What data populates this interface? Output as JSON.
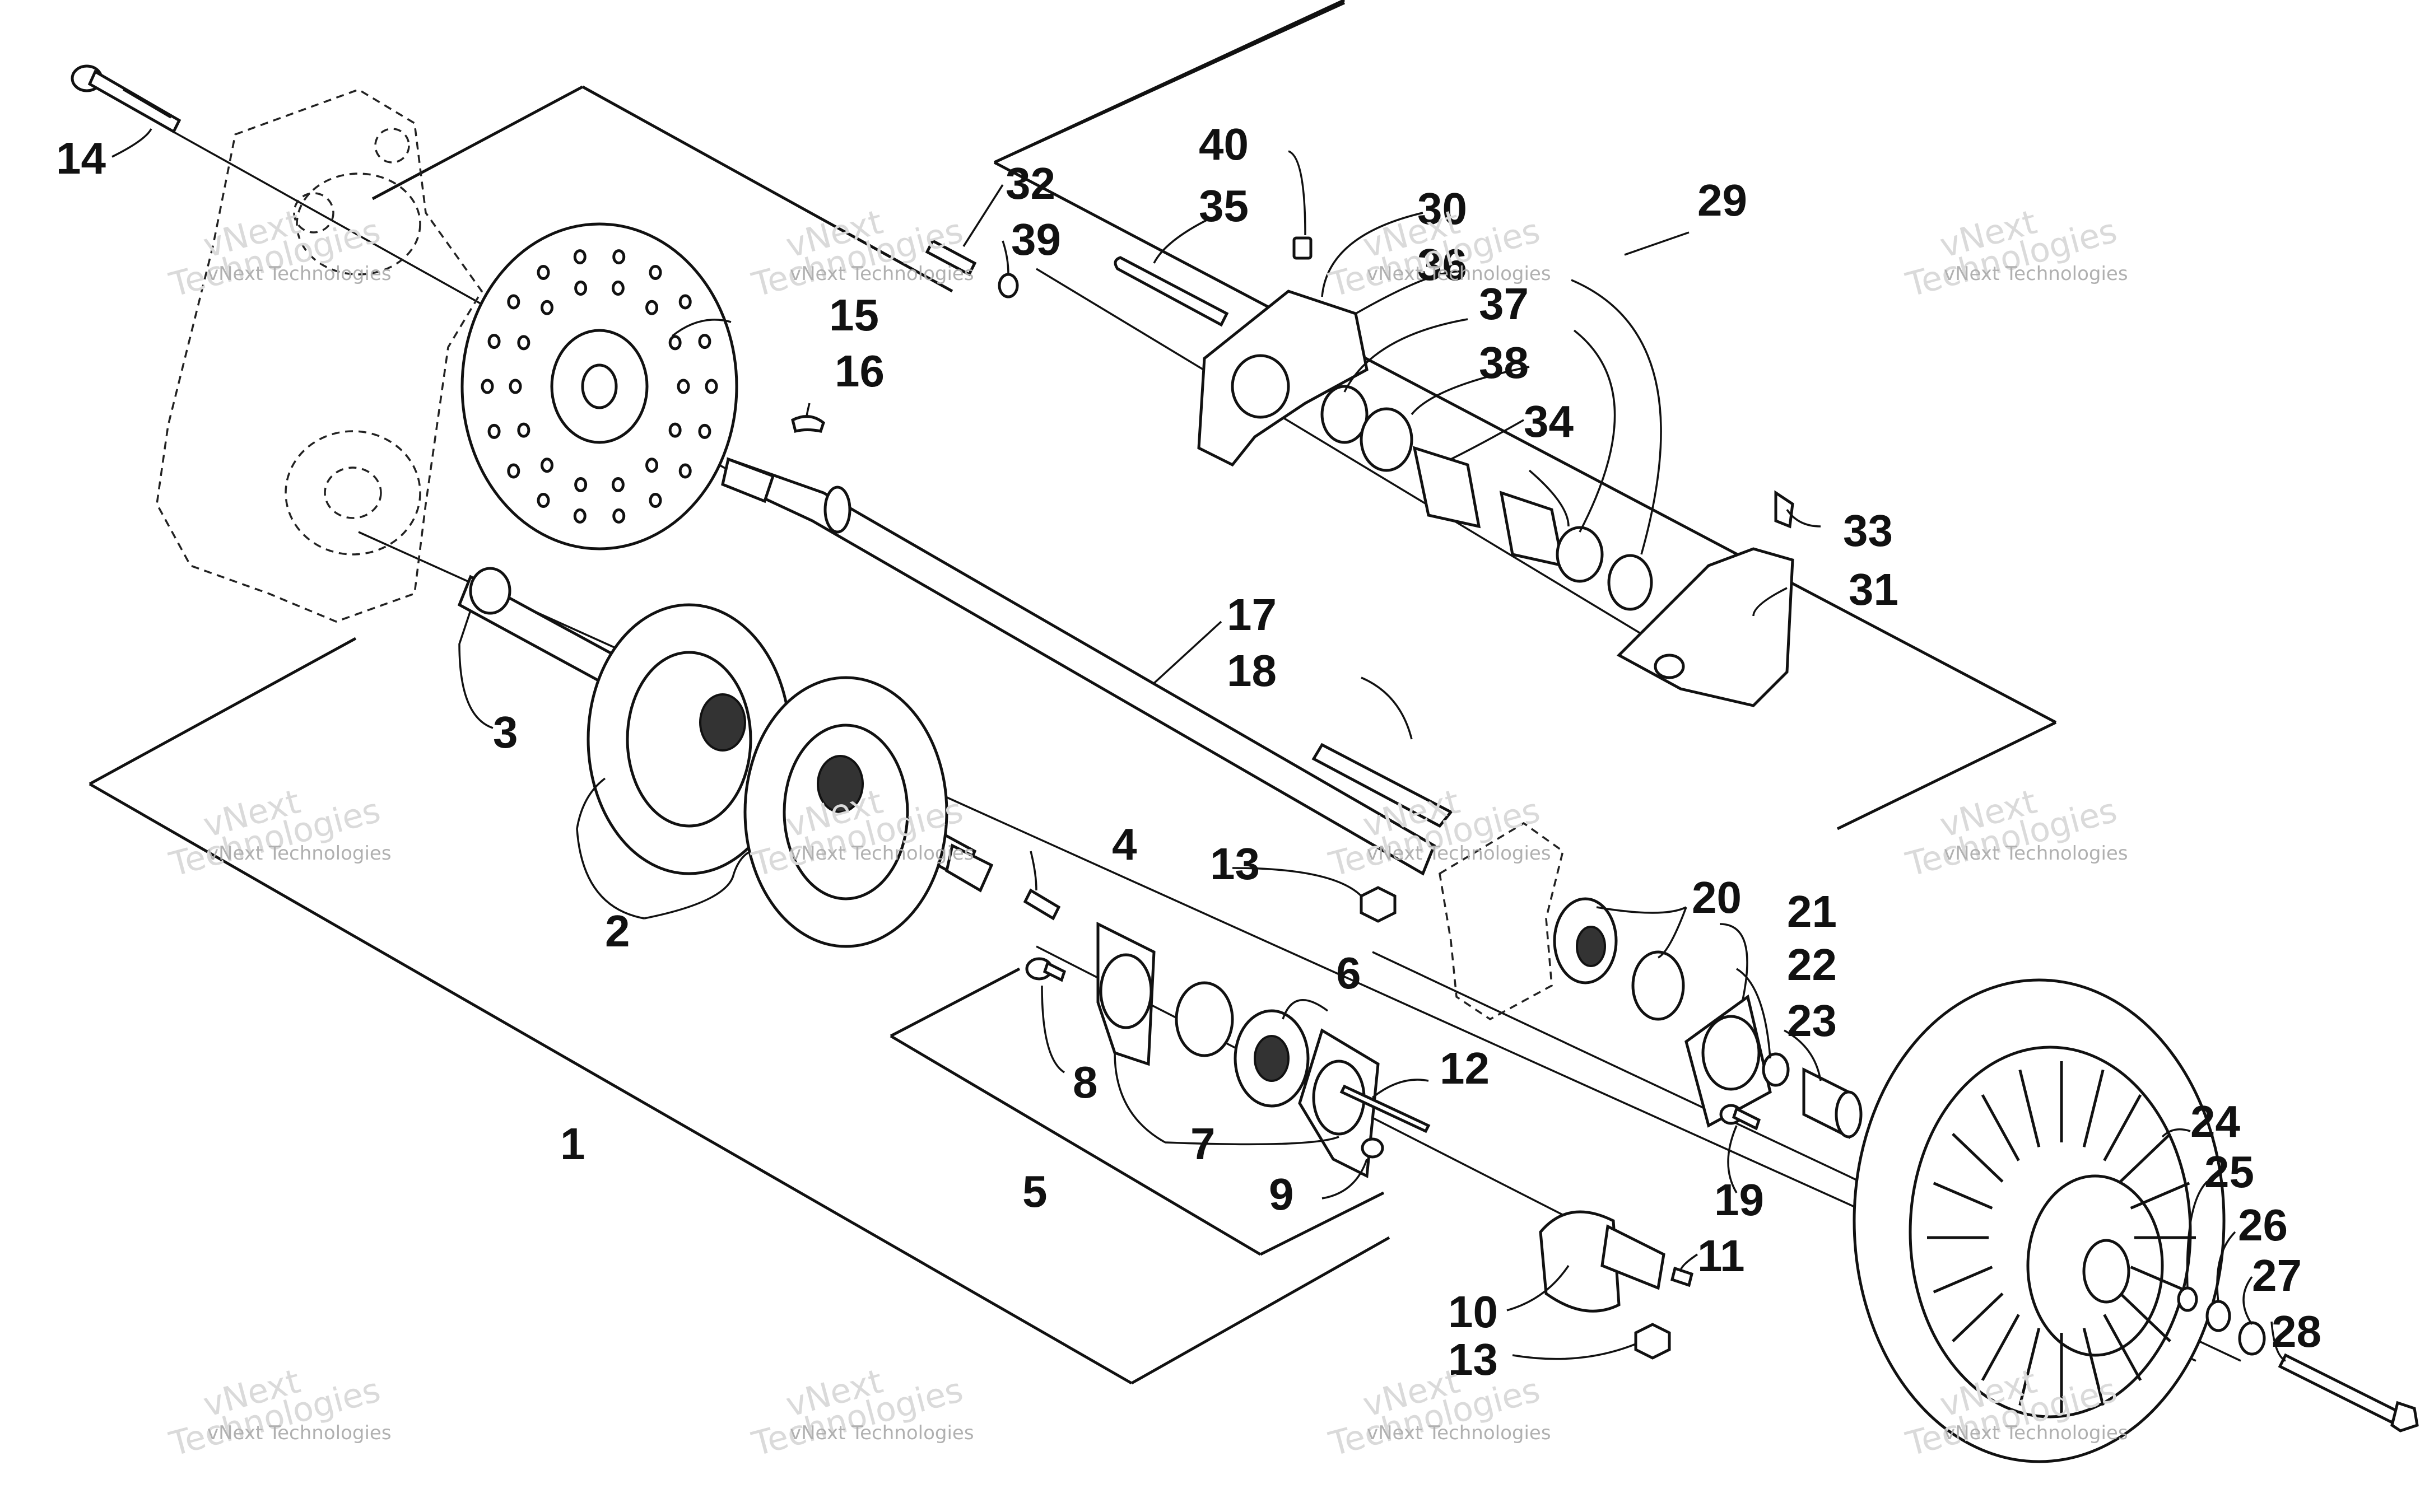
{
  "callouts": [
    {
      "id": "1",
      "label": "1"
    },
    {
      "id": "2",
      "label": "2"
    },
    {
      "id": "3",
      "label": "3"
    },
    {
      "id": "4",
      "label": "4"
    },
    {
      "id": "5",
      "label": "5"
    },
    {
      "id": "6",
      "label": "6"
    },
    {
      "id": "7",
      "label": "7"
    },
    {
      "id": "8",
      "label": "8"
    },
    {
      "id": "9",
      "label": "9"
    },
    {
      "id": "10",
      "label": "10"
    },
    {
      "id": "11",
      "label": "11"
    },
    {
      "id": "12",
      "label": "12"
    },
    {
      "id": "13a",
      "label": "13"
    },
    {
      "id": "13b",
      "label": "13"
    },
    {
      "id": "14",
      "label": "14"
    },
    {
      "id": "15",
      "label": "15"
    },
    {
      "id": "16",
      "label": "16"
    },
    {
      "id": "17",
      "label": "17"
    },
    {
      "id": "18",
      "label": "18"
    },
    {
      "id": "19",
      "label": "19"
    },
    {
      "id": "20",
      "label": "20"
    },
    {
      "id": "21",
      "label": "21"
    },
    {
      "id": "22",
      "label": "22"
    },
    {
      "id": "23",
      "label": "23"
    },
    {
      "id": "24",
      "label": "24"
    },
    {
      "id": "25",
      "label": "25"
    },
    {
      "id": "26",
      "label": "26"
    },
    {
      "id": "27",
      "label": "27"
    },
    {
      "id": "28",
      "label": "28"
    },
    {
      "id": "29",
      "label": "29"
    },
    {
      "id": "30",
      "label": "30"
    },
    {
      "id": "31",
      "label": "31"
    },
    {
      "id": "32",
      "label": "32"
    },
    {
      "id": "33",
      "label": "33"
    },
    {
      "id": "34",
      "label": "34"
    },
    {
      "id": "35",
      "label": "35"
    },
    {
      "id": "36",
      "label": "36"
    },
    {
      "id": "37",
      "label": "37"
    },
    {
      "id": "38",
      "label": "38"
    },
    {
      "id": "39",
      "label": "39"
    },
    {
      "id": "40",
      "label": "40"
    }
  ],
  "watermark": {
    "line1": "vNext Technologies",
    "line2": "vNext",
    "line3": "Technologies"
  }
}
